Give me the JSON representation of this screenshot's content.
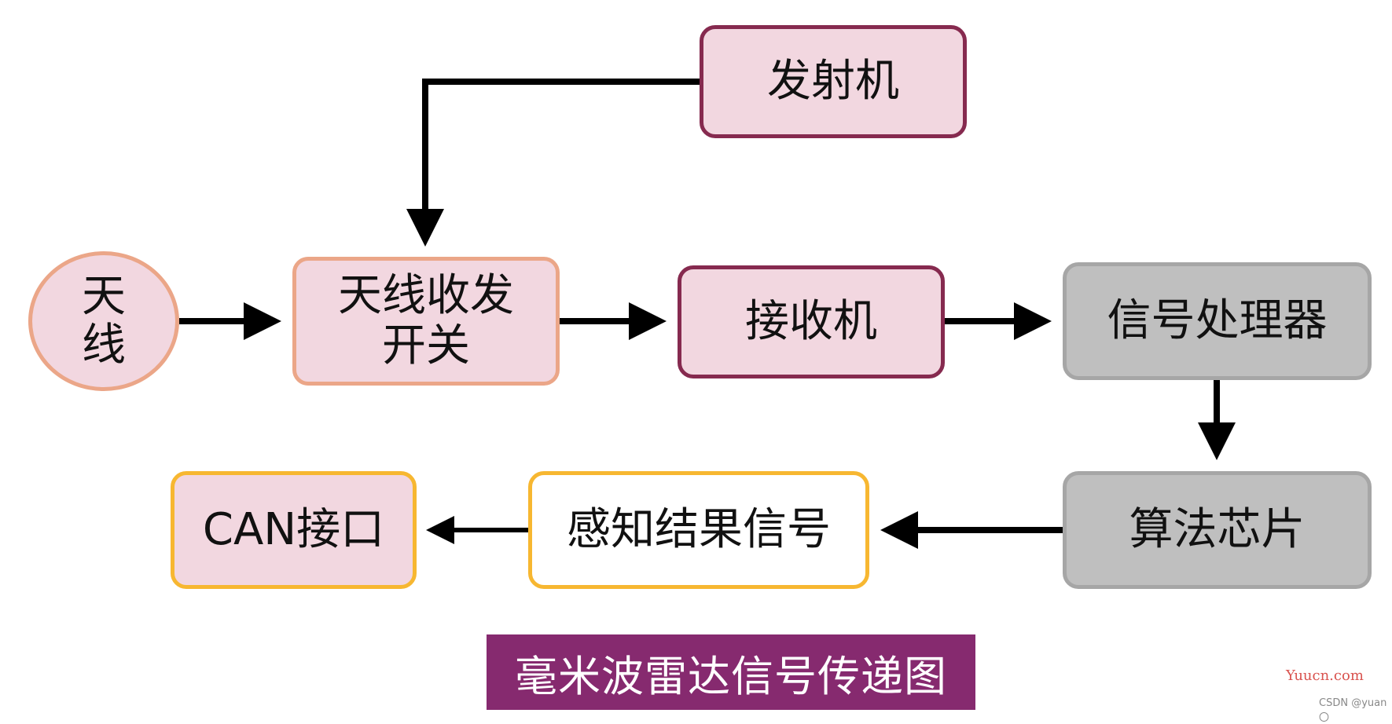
{
  "nodes": {
    "transmitter": "发射机",
    "antenna": [
      "天",
      "线"
    ],
    "switch": [
      "天线收发",
      "开关"
    ],
    "receiver": "接收机",
    "signal_processor": "信号处理器",
    "algorithm_chip": "算法芯片",
    "perception_signal": "感知结果信号",
    "can_interface": "CAN接口"
  },
  "caption": "毫米波雷达信号传递图",
  "watermarks": {
    "site": "Yuucn.com",
    "author": "CSDN @yuan〇"
  },
  "edges": [
    {
      "from": "transmitter",
      "to": "switch"
    },
    {
      "from": "antenna",
      "to": "switch"
    },
    {
      "from": "switch",
      "to": "receiver"
    },
    {
      "from": "receiver",
      "to": "signal_processor"
    },
    {
      "from": "signal_processor",
      "to": "algorithm_chip"
    },
    {
      "from": "algorithm_chip",
      "to": "perception_signal"
    },
    {
      "from": "perception_signal",
      "to": "can_interface"
    }
  ],
  "colors": {
    "pink_fill": "#f2d7e0",
    "maroon_border": "#862a4f",
    "salmon_border": "#eba688",
    "gray_fill": "#bfbfbf",
    "gray_border": "#a6a6a6",
    "yellow_border": "#f7b731",
    "caption_fill": "#862a6f"
  }
}
